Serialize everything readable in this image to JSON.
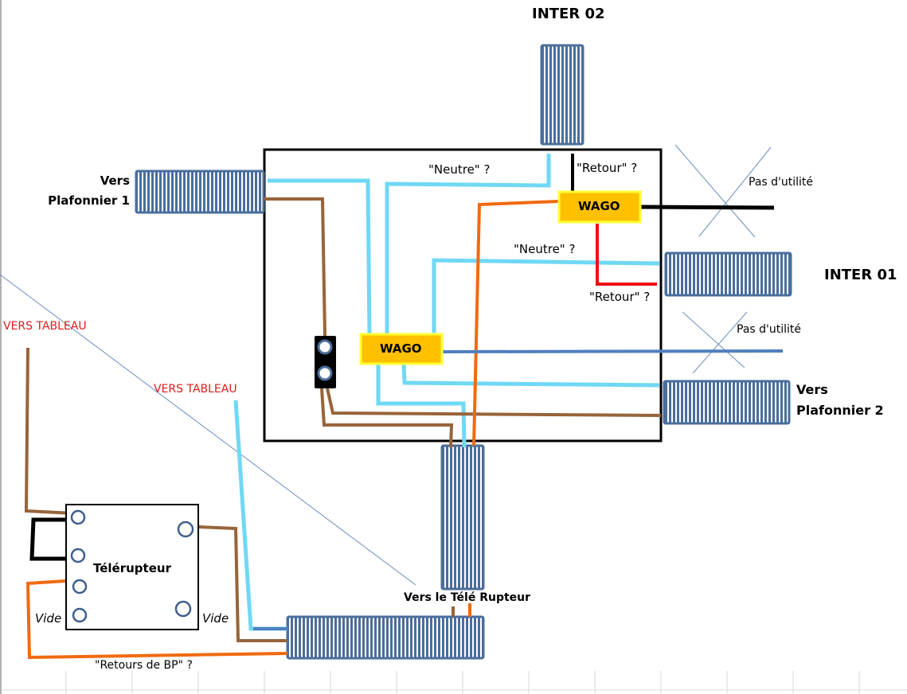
{
  "colors": {
    "neutral_wire": "#6fd8f5",
    "brown_wire": "#97643a",
    "orange_wire": "#f06a10",
    "red_wire": "#ee1111",
    "black_wire": "#000000",
    "blue_wire": "#4f7fbf",
    "connector_fill": "#4a6e9c",
    "wago_fill": "#ffc000",
    "wago_border": "#ffff33",
    "cross_line": "#6a8fc0"
  },
  "labels": {
    "inter02": "INTER 02",
    "inter01": "INTER 01",
    "plafonnier1_line1": "Vers",
    "plafonnier1_line2": "Plafonnier 1",
    "plafonnier2_line1": "Vers",
    "plafonnier2_line2": "Plafonnier 2",
    "neutre_top": "\"Neutre\" ?",
    "retour_top": "\"Retour\" ?",
    "neutre_mid": "\"Neutre\" ?",
    "retour_mid": "\"Retour\" ?",
    "wago_top": "WAGO",
    "wago_mid": "WAGO",
    "pas_utilite_top": "Pas d'utilité",
    "pas_utilite_mid": "Pas d'utilité",
    "vers_tableau_left": "VERS TABLEAU",
    "vers_tableau_mid": "VERS TABLEAU",
    "telerupteur": "Télérupteur",
    "vide_left": "Vide",
    "vide_right": "Vide",
    "vers_tele_rupteur": "Vers le Télé Rupteur",
    "retours_bp": "\"Retours de BP\" ?"
  }
}
